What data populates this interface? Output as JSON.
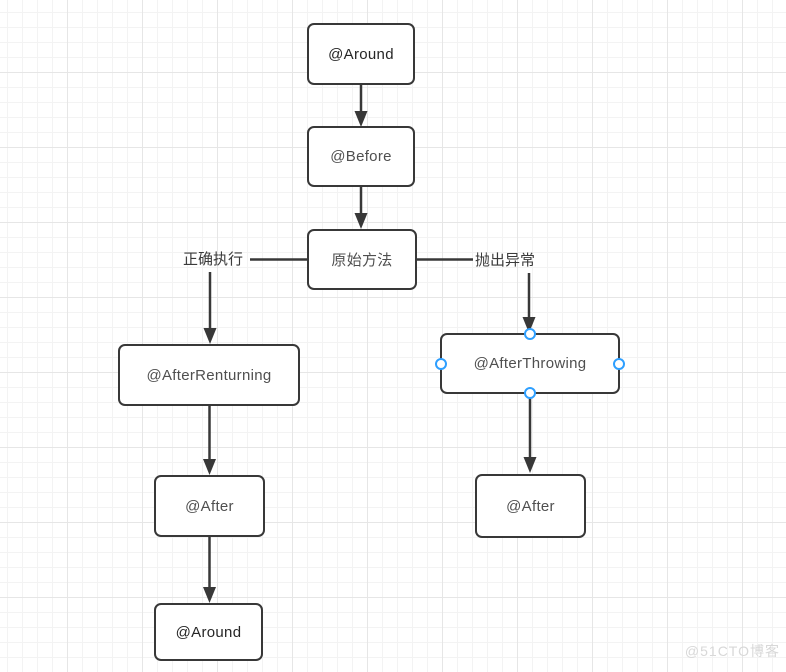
{
  "diagram": {
    "nodes": {
      "around_top": {
        "label": "@Around"
      },
      "before": {
        "label": "@Before"
      },
      "original_method": {
        "label": "原始方法"
      },
      "after_returning": {
        "label": "@AfterRenturning"
      },
      "after_throwing": {
        "label": "@AfterThrowing",
        "selected": true
      },
      "after_left": {
        "label": "@After"
      },
      "around_bottom": {
        "label": "@Around"
      },
      "after_right": {
        "label": "@After"
      }
    },
    "edge_labels": {
      "success": "正确执行",
      "exception": "抛出异常"
    }
  },
  "watermark": "@51CTO博客",
  "colors": {
    "node_border": "#383838",
    "node_text": "#4f4f4f",
    "node_text_dark": "#262626",
    "edge": "#383838",
    "label_text": "#3a3a3a",
    "handle_blue": "#2e9fff",
    "grid_minor": "#f3f3f3",
    "grid_major": "#e6e6e6",
    "watermark": "#d8d8d8",
    "canvas_bg": "#ffffff"
  }
}
